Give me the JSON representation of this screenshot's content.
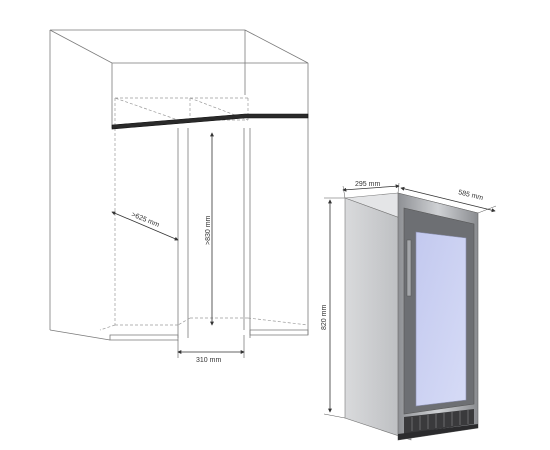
{
  "cabinet": {
    "depth_label": ">625 mm",
    "height_label": ">830 mm",
    "width_label": "310 mm"
  },
  "appliance": {
    "width_label": "295 mm",
    "depth_label": "585 mm",
    "height_label": "820 mm"
  },
  "colors": {
    "line": "#555555",
    "dashed": "#888888",
    "counter": "#222222",
    "steel": "#b7b9bd",
    "glass": "#c9cff0"
  }
}
